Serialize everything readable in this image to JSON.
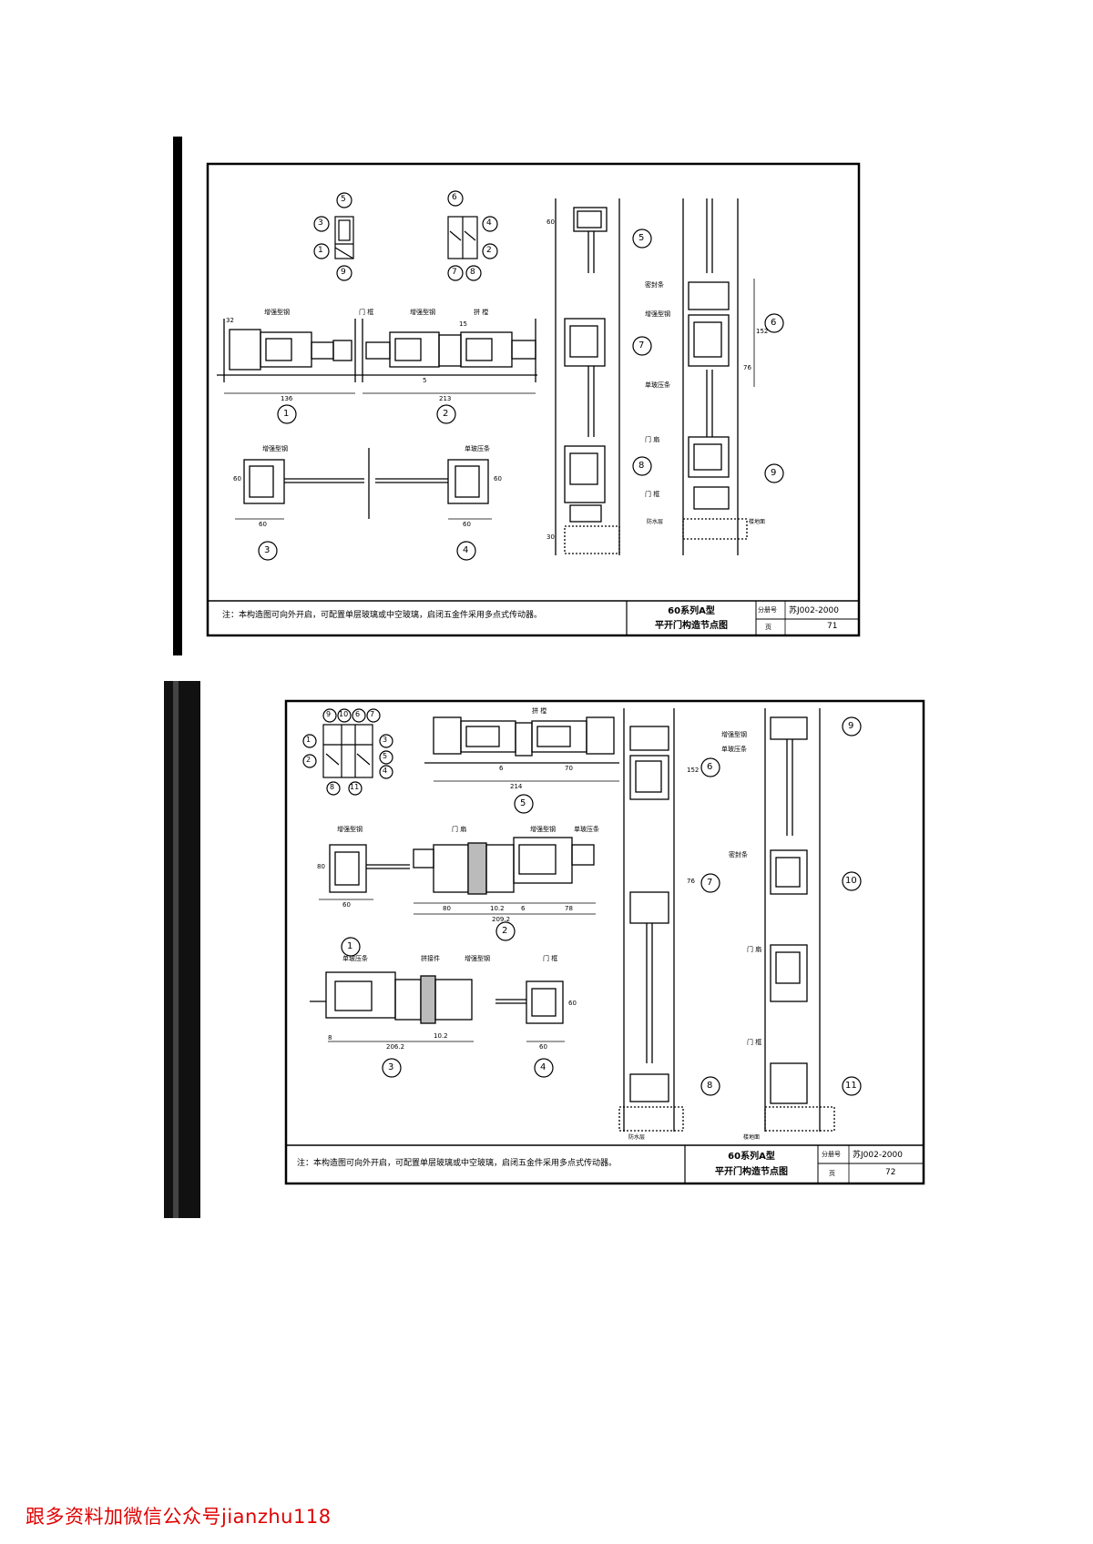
{
  "pages": [
    {
      "note": "注：本构造图可向外开启，可配置单层玻璃或中空玻璃，启闭五金件采用多点式传动器。",
      "title_line1": "60系列A型",
      "title_line2": "平开门构造节点图",
      "atlas_label": "分册号",
      "atlas_no": "苏J002-2000",
      "page_label": "页",
      "page_no": "71",
      "details": [
        "1",
        "2",
        "3",
        "4",
        "5",
        "6",
        "7",
        "8",
        "9"
      ],
      "labels": {
        "reinforce": "增强型钢",
        "door_frame": "门 框",
        "door_fan": "门 扇",
        "mullion": "拼 樘",
        "glazing_bead": "单玻压条",
        "sealing_strip": "密封条",
        "glass_bead": "单玻压条",
        "waterstop": "防水层",
        "floor": "楼地面"
      },
      "dims": [
        "32",
        "136",
        "213",
        "5",
        "15",
        "60",
        "60",
        "60",
        "60",
        "60",
        "76",
        "152",
        "30"
      ]
    },
    {
      "note": "注：本构造图可向外开启，可配置单层玻璃或中空玻璃，启闭五金件采用多点式传动器。",
      "title_line1": "60系列A型",
      "title_line2": "平开门构造节点图",
      "atlas_label": "分册号",
      "atlas_no": "苏J002-2000",
      "page_label": "页",
      "page_no": "72",
      "details": [
        "1",
        "2",
        "3",
        "4",
        "5",
        "6",
        "7",
        "8",
        "9",
        "10",
        "11"
      ],
      "labels": {
        "mullion": "拼 樘",
        "reinforce": "增强型钢",
        "door_fan": "门 扇",
        "glazing_bead": "单玻压条",
        "connector": "拼接件",
        "door_frame": "门 框",
        "sealing_strip": "密封条",
        "waterstop": "防水层",
        "floor": "楼地面"
      },
      "dims": [
        "6",
        "70",
        "214",
        "80",
        "60",
        "80",
        "10.2",
        "6",
        "78",
        "209.2",
        "8",
        "206.2",
        "10.2",
        "60",
        "60",
        "152",
        "76"
      ]
    }
  ],
  "footer": "跟多资料加微信公众号jianzhu118"
}
